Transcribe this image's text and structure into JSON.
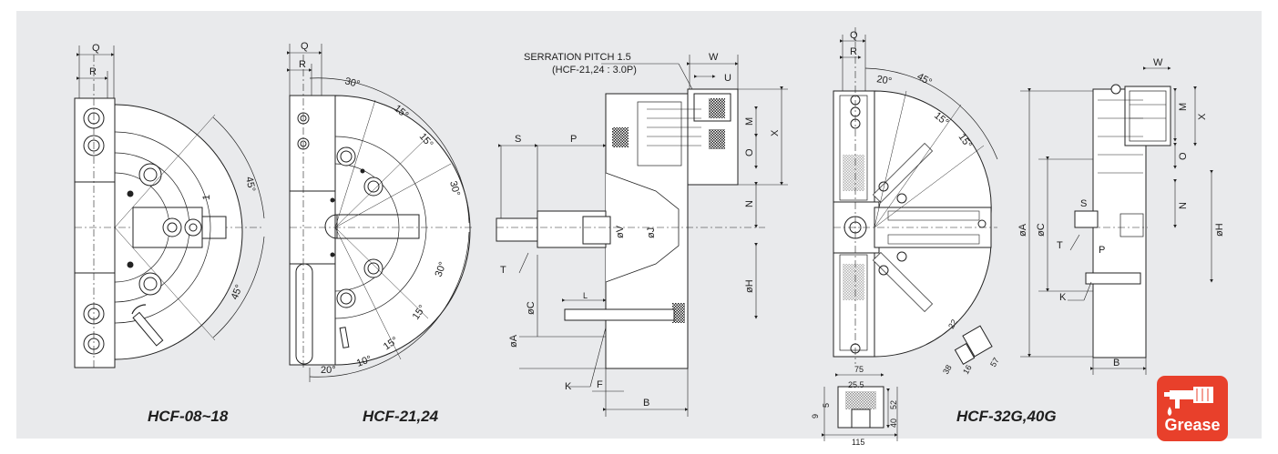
{
  "captions": {
    "hcf_08_18": "HCF-08~18",
    "hcf_21_24": "HCF-21,24",
    "hcf_32g_40g": "HCF-32G,40G"
  },
  "badge": {
    "label": "Grease",
    "color": "#e8402b"
  },
  "drawing1": {
    "q": "Q",
    "r": "R",
    "a45_top": "45°",
    "a45_bot": "45°",
    "one": "1"
  },
  "drawing2": {
    "q": "Q",
    "r": "R",
    "a30": "30°",
    "a15a": "15°",
    "a15b": "15°",
    "a30b": "30°",
    "a30c": "30°",
    "a15c": "15°",
    "a15d": "15°",
    "a10": "10°",
    "a20": "20°"
  },
  "drawing3": {
    "serration_line1": "SERRATION PITCH 1.5",
    "serration_line2": "(HCF-21,24 : 3.0P)",
    "w": "W",
    "u": "U",
    "m": "M",
    "o": "O",
    "x": "X",
    "n": "N",
    "s": "S",
    "p": "P",
    "v": "øV",
    "j": "øJ",
    "t": "T",
    "h": "øH",
    "l": "L",
    "c": "øC",
    "a": "øA",
    "k": "K",
    "f": "F",
    "b": "B"
  },
  "drawing4": {
    "q": "Q",
    "r": "R",
    "a20": "20°",
    "a45": "45°",
    "a15a": "15°",
    "a15b": "15°",
    "d75": "75",
    "d25": "25.5",
    "d115": "115",
    "d9": "9",
    "d5": "5",
    "d40": "40",
    "d52": "52",
    "d22": "22",
    "d38": "38",
    "d16": "16",
    "d57": "57"
  },
  "drawing5": {
    "w": "W",
    "m": "M",
    "x": "X",
    "o": "O",
    "s": "S",
    "n": "N",
    "a": "øA",
    "c": "øC",
    "t": "T",
    "p": "P",
    "h": "øH",
    "k": "K",
    "b": "B"
  }
}
